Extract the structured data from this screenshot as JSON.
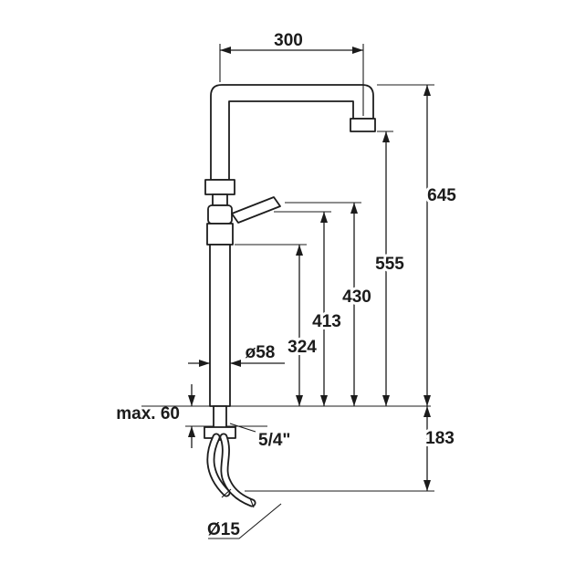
{
  "dims": {
    "reach": "300",
    "height_total": "645",
    "height_outlet": "555",
    "height_430": "430",
    "height_413": "413",
    "height_324": "324",
    "body_diameter": "ø58",
    "max_deck_thickness": "max. 60",
    "thread_size": "5/4\"",
    "depth_below_deck": "183",
    "hose_diameter": "Ø15"
  }
}
